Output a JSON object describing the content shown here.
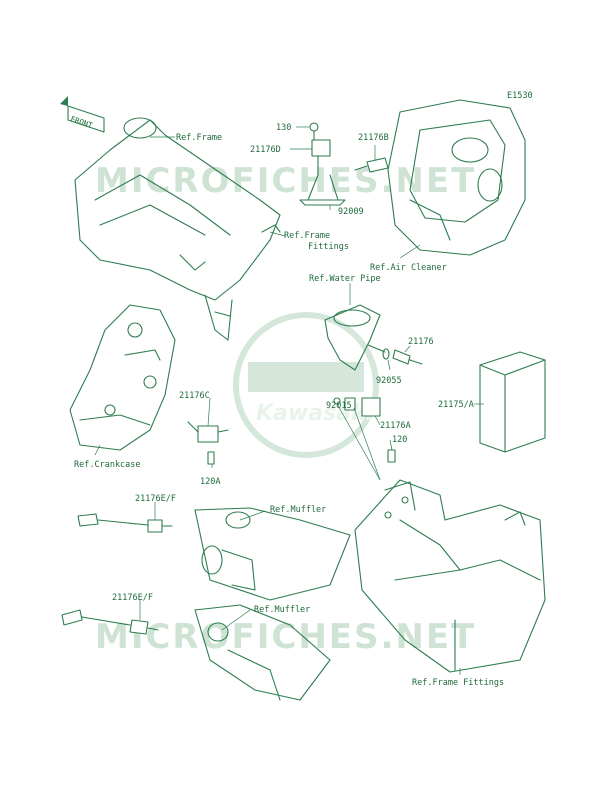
{
  "diagram": {
    "code": "E1530",
    "front_tag": "FRONT",
    "watermark_text": "MICROFICHES.NET",
    "watermark_logo_text": "Kawasaki",
    "labels": {
      "ref_frame": "Ref.Frame",
      "p130": "130",
      "p21176D": "21176D",
      "p21176B": "21176B",
      "p92009": "92009",
      "ref_frame_fittings_1": "Ref.Frame",
      "ref_frame_fittings_2": "Fittings",
      "ref_air_cleaner": "Ref.Air Cleaner",
      "ref_water_pipe": "Ref.Water Pipe",
      "p21176": "21176",
      "p92055": "92055",
      "p21176C": "21176C",
      "p92015": "92015",
      "p21175A": "21175/A",
      "p21176A": "21176A",
      "p120": "120",
      "p120A": "120A",
      "ref_crankcase": "Ref.Crankcase",
      "p21176EF_1": "21176E/F",
      "ref_muffler_1": "Ref.Muffler",
      "p21176EF_2": "21176E/F",
      "ref_muffler_2": "Ref.Muffler",
      "ref_frame_fittings_bottom": "Ref.Frame Fittings"
    }
  }
}
